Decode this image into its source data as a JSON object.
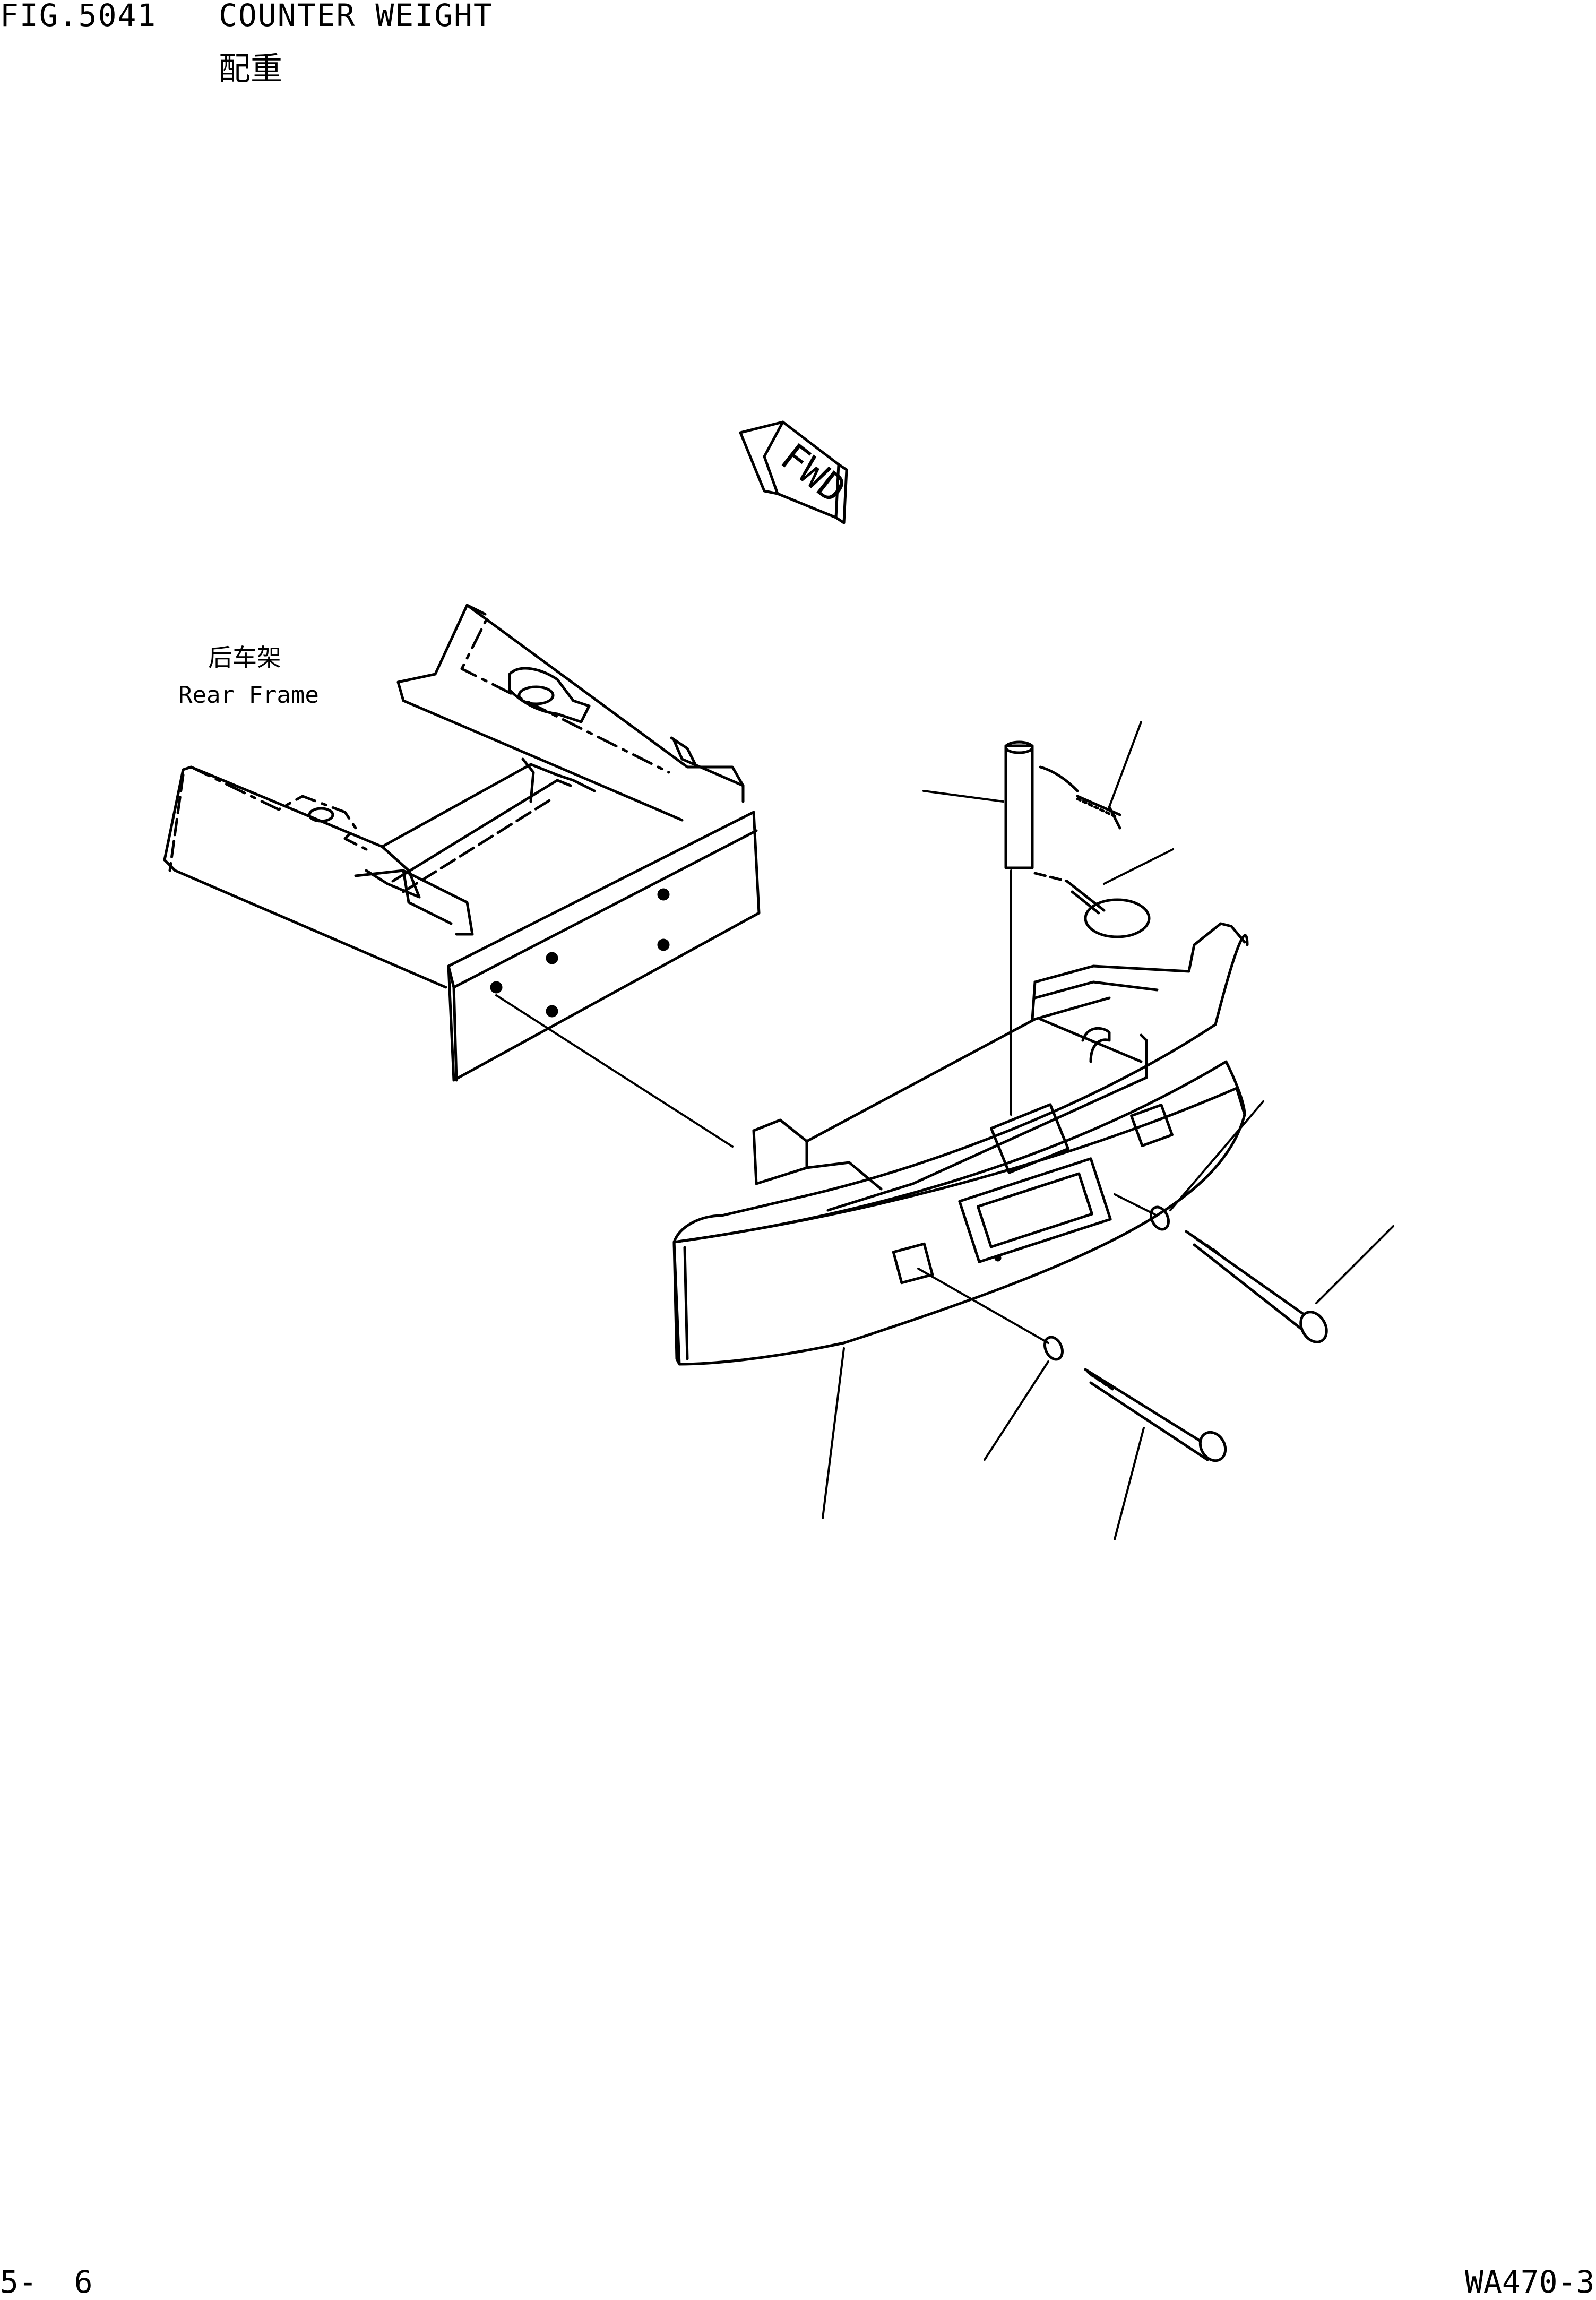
{
  "header": {
    "fig_number": "FIG.5041",
    "title": "COUNTER WEIGHT",
    "title_cn": "配重"
  },
  "callouts": {
    "rear_frame_cn": "后车架",
    "rear_frame_en": "Rear Frame",
    "fwd_arrow": "FWD"
  },
  "footer": {
    "page_number": "5-  6",
    "model_code": "WA470-3"
  }
}
